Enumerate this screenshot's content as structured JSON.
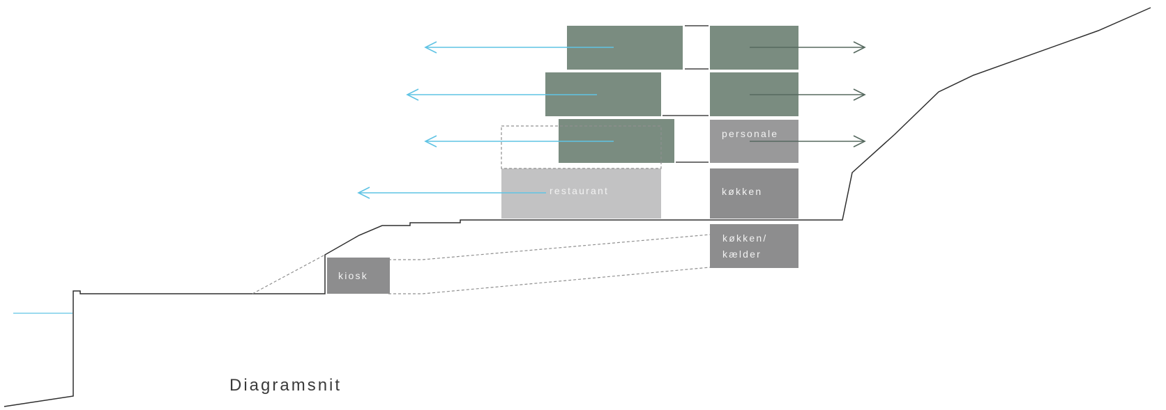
{
  "diagram": {
    "caption": "Diagramsnit",
    "labels": {
      "restaurant": "restaurant",
      "personale": "personale",
      "kokken": "køkken",
      "kokken_kaelder_line1": "køkken/",
      "kokken_kaelder_line2": "kælder",
      "kiosk": "kiosk"
    },
    "colors": {
      "green_block": "#7a8c80",
      "restaurant_block": "#c2c2c3",
      "grey_block": "#99999a",
      "dark_grey_block": "#8d8d8e",
      "terrain_line": "#2e2e2e",
      "arrow_blue": "#5fc3e4",
      "arrow_dark": "#56695f",
      "water_line": "#5fc3e4",
      "dashed_line": "#8f8f8f"
    }
  }
}
